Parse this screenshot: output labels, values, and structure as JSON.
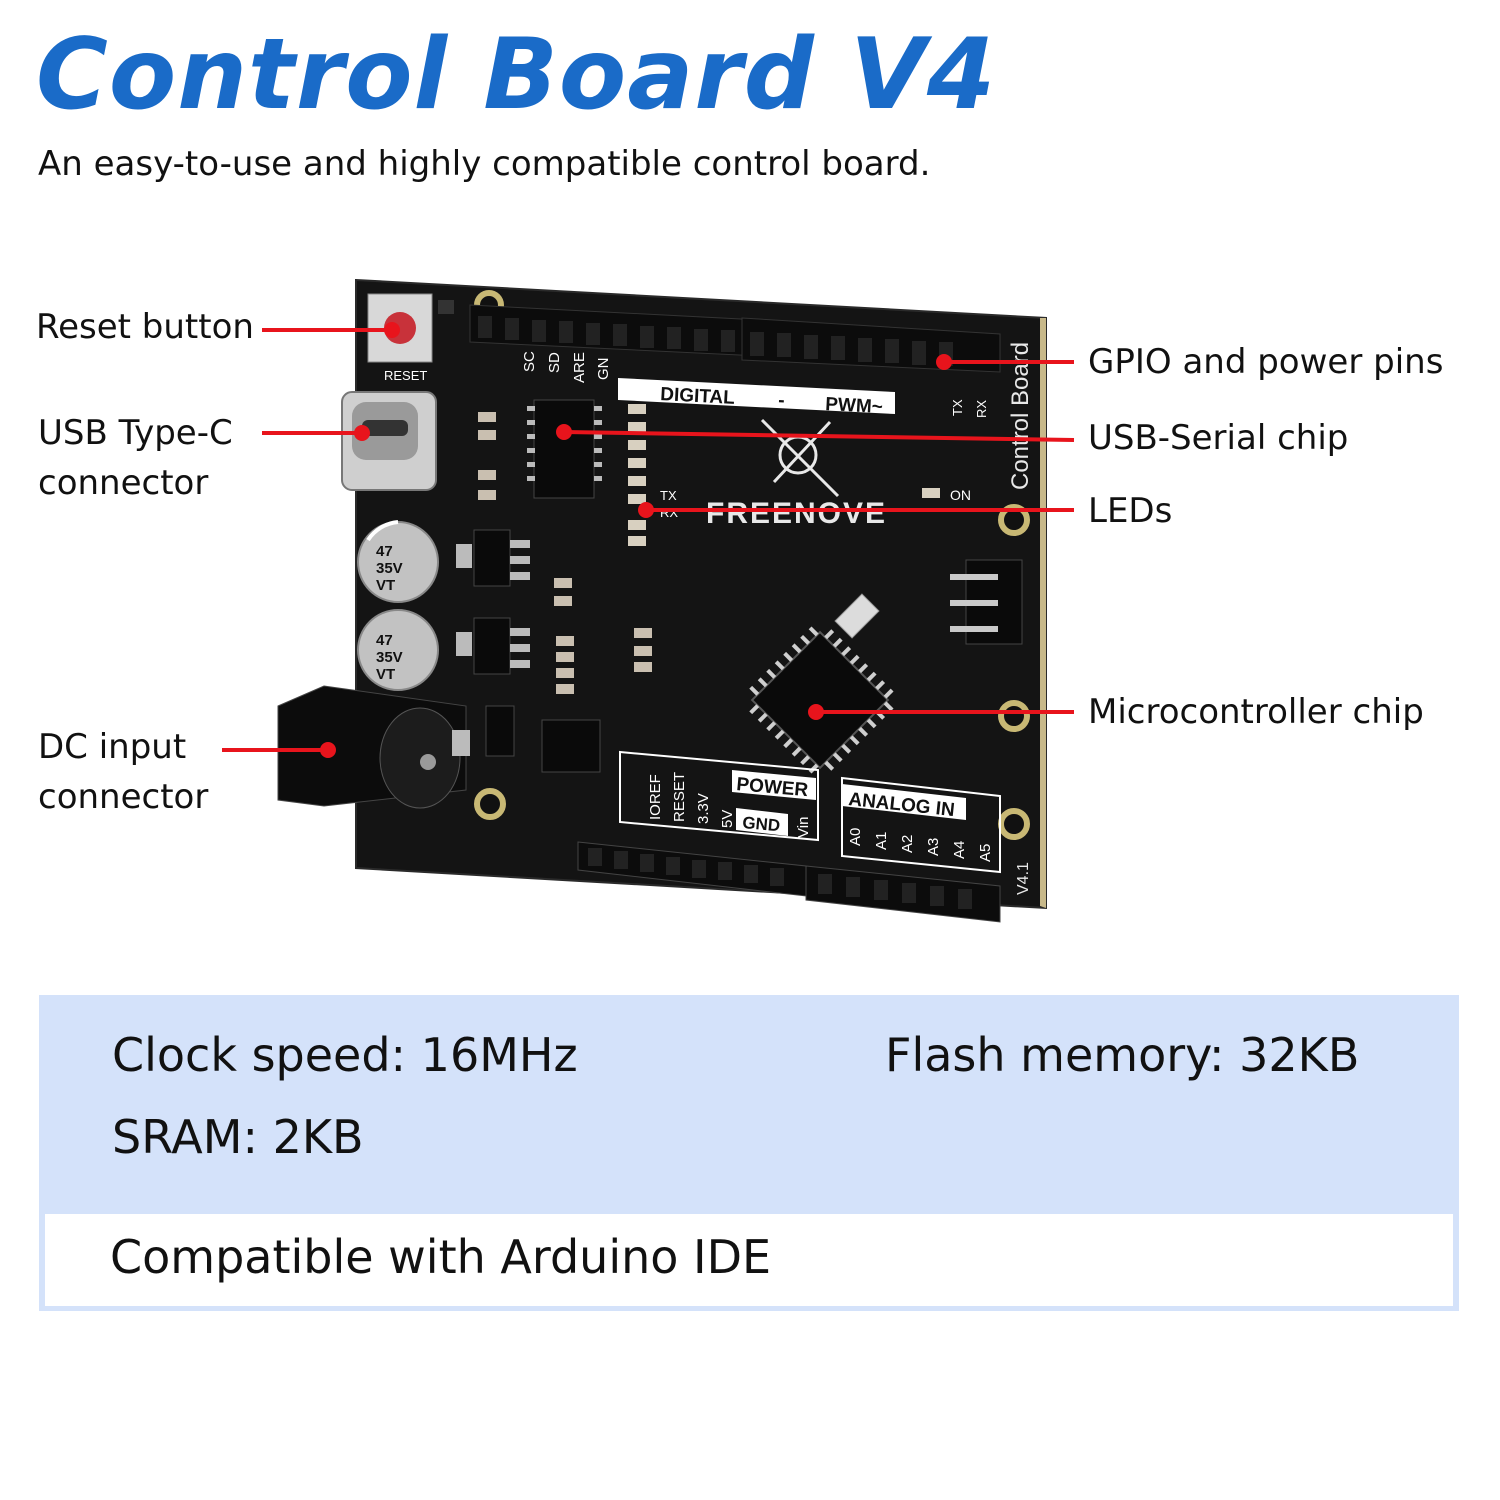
{
  "header": {
    "title": "Control Board V4",
    "subtitle": "An easy-to-use and highly compatible control board."
  },
  "callouts": {
    "reset_button": "Reset button",
    "usb_typec_line1": "USB Type-C",
    "usb_typec_line2": "connector",
    "dc_input_line1": "DC input",
    "dc_input_line2": "connector",
    "gpio": "GPIO and power pins",
    "usb_serial": "USB-Serial chip",
    "leds": "LEDs",
    "mcu": "Microcontroller chip"
  },
  "board": {
    "reset_label": "RESET",
    "brand": "FREENOVE",
    "side_label": "Control Board",
    "version": "V4.1",
    "digital_label": "DIGITAL",
    "dash": "-",
    "pwm_label": "PWM~",
    "power_label": "POWER",
    "gnd_label": "GND",
    "analog_label": "ANALOG IN",
    "tx_label": "TX",
    "rx_label": "RX",
    "on_label": "ON",
    "top_pins": [
      "SC",
      "SD",
      "ARE",
      "GN"
    ],
    "power_pins": [
      "IOREF",
      "RESET",
      "3.3V",
      "5V",
      "Vin"
    ],
    "analog_pins": [
      "A0",
      "A1",
      "A2",
      "A3",
      "A4",
      "A5"
    ],
    "cap1": [
      "47",
      "35V",
      "VT"
    ],
    "cap2": [
      "47",
      "35V",
      "VT"
    ]
  },
  "specs": {
    "clock": "Clock speed: 16MHz",
    "flash": "Flash memory: 32KB",
    "sram": "SRAM: 2KB",
    "compat": "Compatible with Arduino IDE"
  },
  "colors": {
    "title": "#1a6bc8",
    "callout_line": "#e8141c",
    "panel": "#d4e2fa",
    "board": "#141414"
  }
}
